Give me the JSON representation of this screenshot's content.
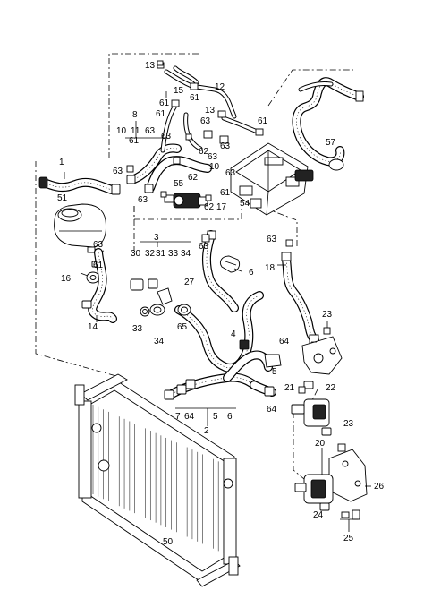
{
  "callouts": {
    "c1": "1",
    "c2": "2",
    "c3": "3",
    "c4": "4",
    "c5": "5",
    "c6": "6",
    "c7": "7",
    "c8": "8",
    "c10": "10",
    "c11": "11",
    "c12": "12",
    "c13": "13",
    "c14": "14",
    "c15": "15",
    "c16": "16",
    "c17": "17",
    "c18": "18",
    "c20": "20",
    "c21": "21",
    "c22": "22",
    "c23": "23",
    "c24": "24",
    "c25": "25",
    "c26": "26",
    "c27": "27",
    "c30": "30",
    "c31": "31",
    "c32": "32",
    "c33": "33",
    "c34": "34",
    "c50": "50",
    "c51": "51",
    "c54": "54",
    "c55": "55",
    "c57": "57",
    "c61": "61",
    "c62": "62",
    "c63": "63",
    "c64": "64",
    "c65": "65"
  }
}
